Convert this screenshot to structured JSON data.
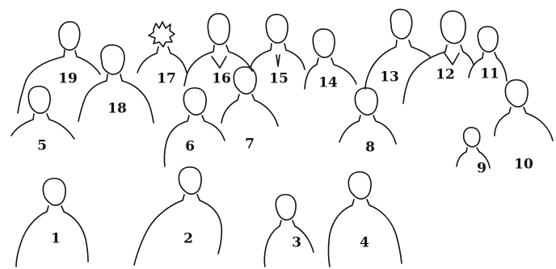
{
  "figure": {
    "line_color": "#111111",
    "background": "#ffffff",
    "people": [
      {
        "label": "1"
      },
      {
        "label": "2"
      },
      {
        "label": "3"
      },
      {
        "label": "4"
      },
      {
        "label": "5"
      },
      {
        "label": "6"
      },
      {
        "label": "7"
      },
      {
        "label": "8"
      },
      {
        "label": "9"
      },
      {
        "label": "10"
      },
      {
        "label": "11"
      },
      {
        "label": "12"
      },
      {
        "label": "13"
      },
      {
        "label": "14"
      },
      {
        "label": "15"
      },
      {
        "label": "16"
      },
      {
        "label": "17"
      },
      {
        "label": "18"
      },
      {
        "label": "19"
      }
    ]
  }
}
